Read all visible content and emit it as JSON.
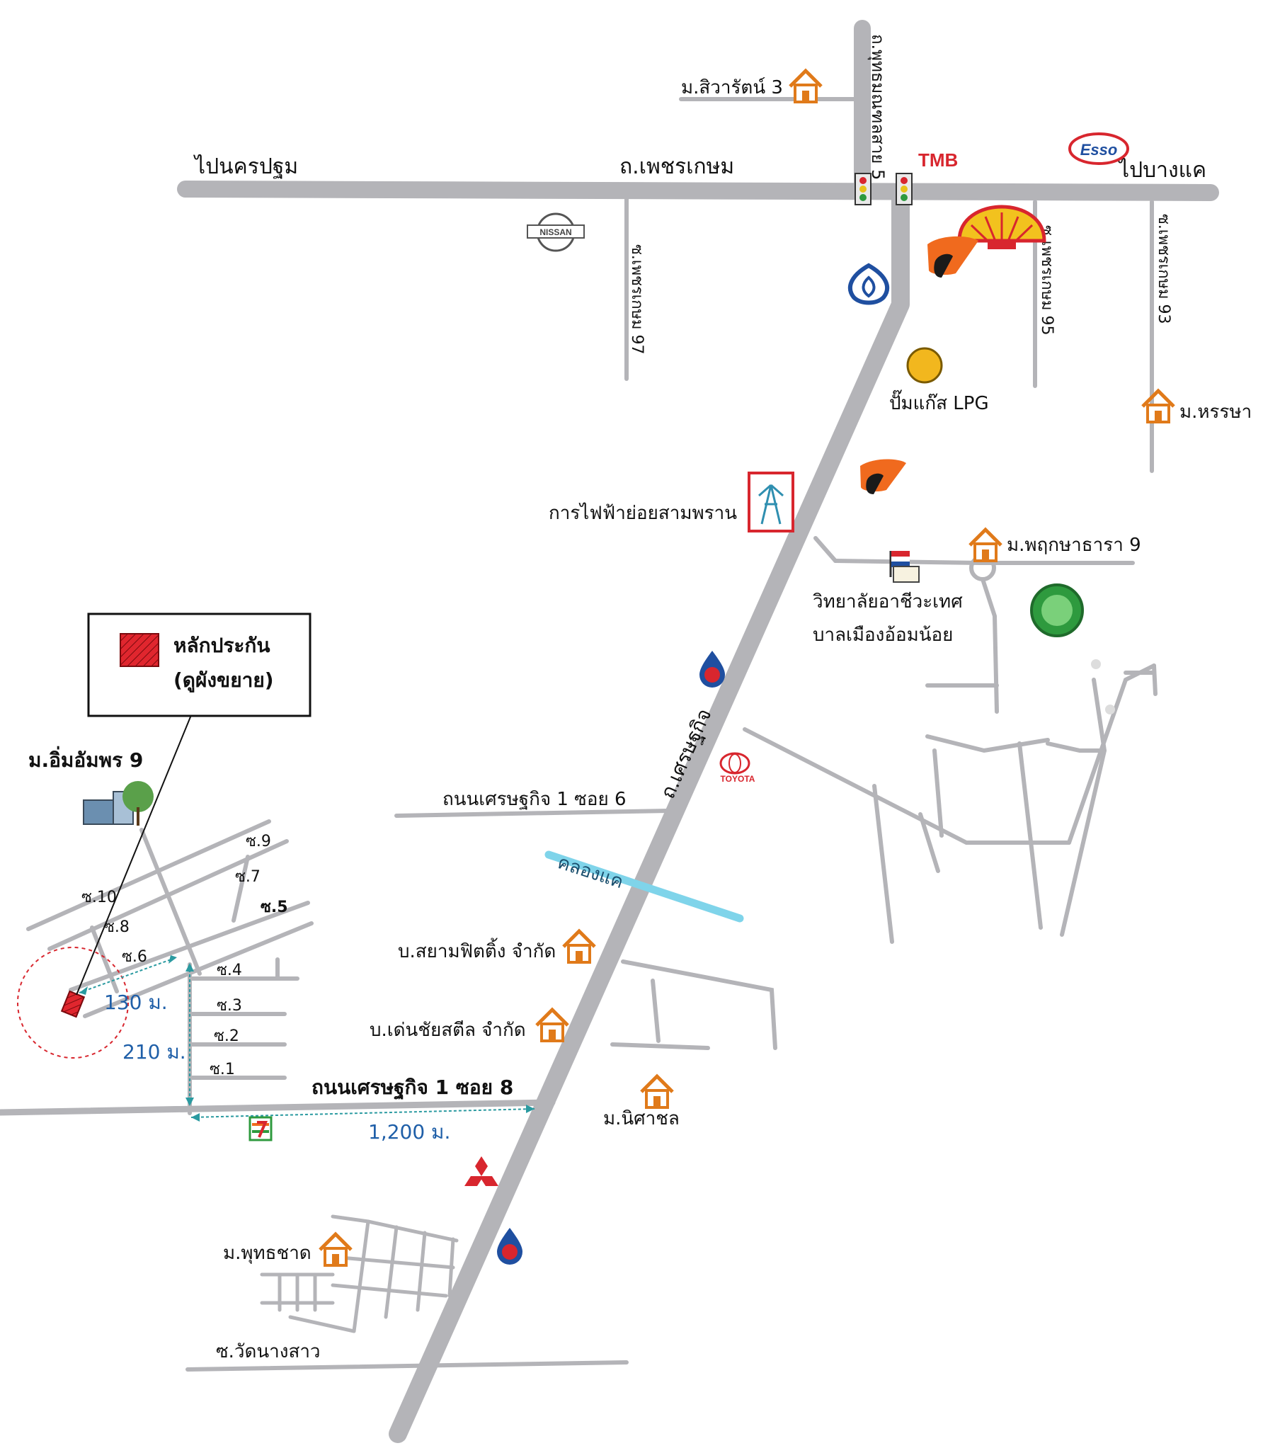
{
  "roads": {
    "to_nakhon_pathom": "ไปนครปฐม",
    "phetkasem": "ถ.เพชรเกษม",
    "to_bang_khae": "ไปบางแค",
    "phutthamonthon_5": "ถ.พุทธมณฑลสาย 5",
    "phetkasem_97": "ซ.เพชรเกษม 97",
    "phetkasem_95": "ซ.เพชรเกษม 95",
    "phetkasem_93": "ซ.เพชรเกษม 93",
    "setthakit": "ถ.เศรษฐกิจ",
    "setthakit_1_soi_6": "ถนนเศรษฐกิจ 1 ซอย 6",
    "setthakit_1_soi_8": "ถนนเศรษฐกิจ 1 ซอย 8",
    "wat_nang_sao": "ซ.วัดนางสาว",
    "canal": "คลองแค"
  },
  "places": {
    "siwarat_3": "ม.สิวารัตน์ 3",
    "hansa": "ม.หรรษา",
    "lpg": "ปั๊มแก๊ส LPG",
    "electricity_office": "การไฟฟ้าย่อยสามพราน",
    "pruksa_thara_9": "ม.พฤกษาธารา 9",
    "college_line1": "วิทยาลัยอาชีวะเทศ",
    "college_line2": "บาลเมืองอ้อมน้อย",
    "imum_porn_9": "ม.อิ่มอัมพร 9",
    "siam_fitting": "บ.สยามฟิตติ้ง จำกัด",
    "denchai_steel": "บ.เด่นชัยสตีล จำกัด",
    "nisachon": "ม.นิศาชล",
    "phutthachat": "ม.พุทธชาด"
  },
  "brands": {
    "tmb": "TMB",
    "esso": "Esso",
    "nissan": "NISSAN",
    "toyota": "TOYOTA"
  },
  "legend": {
    "title": "หลักประกัน",
    "subtitle": "(ดูผังขยาย)"
  },
  "sois": {
    "s1": "ซ.1",
    "s2": "ซ.2",
    "s3": "ซ.3",
    "s4": "ซ.4",
    "s5": "ซ.5",
    "s6": "ซ.6",
    "s7": "ซ.7",
    "s8": "ซ.8",
    "s9": "ซ.9",
    "s10": "ซ.10"
  },
  "distances": {
    "d130": "130 ม.",
    "d210": "210 ม.",
    "d1200": "1,200 ม."
  },
  "colors": {
    "road": "#b4b4b8",
    "canal": "#7fd4ea",
    "collateral": "#e0262e",
    "house": "#e07a1a",
    "distance": "#1f5fa8"
  }
}
